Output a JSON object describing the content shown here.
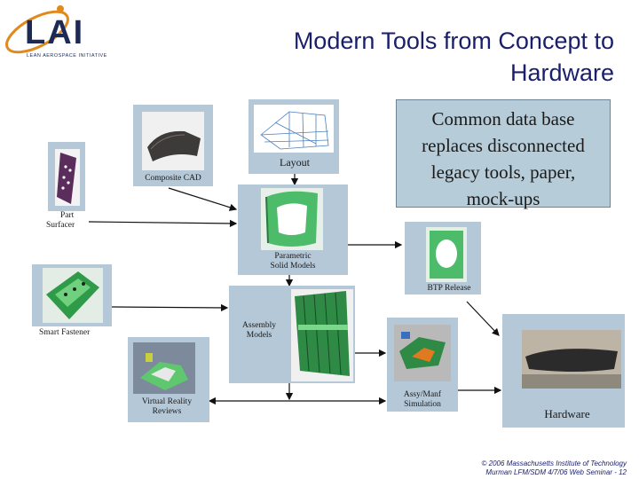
{
  "logo": {
    "wordmark": "LAI",
    "tagline": "LEAN AEROSPACE INITIATIVE"
  },
  "title": {
    "line1": "Modern Tools from Concept to",
    "line2": "Hardware"
  },
  "callout": {
    "line1": "Common data base",
    "line2": "replaces disconnected",
    "line3": "legacy tools, paper,",
    "line4": "mock-ups"
  },
  "nodes": {
    "part_surfacer": {
      "line1": "Part",
      "line2": "Surfacer"
    },
    "composite_cad": {
      "label": "Composite CAD"
    },
    "layout": {
      "label": "Layout"
    },
    "parametric": {
      "line1": "Parametric",
      "line2": "Solid Models"
    },
    "btp_release": {
      "label": "BTP Release"
    },
    "smart_fastener": {
      "label": "Smart Fastener"
    },
    "assembly": {
      "line1": "Assembly",
      "line2": "Models"
    },
    "vr_reviews": {
      "line1": "Virtual Reality",
      "line2": "Reviews"
    },
    "assy_sim": {
      "line1": "Assy/Manf",
      "line2": "Simulation"
    },
    "hardware": {
      "label": "Hardware"
    }
  },
  "footer": {
    "line1": "© 2006 Massachusetts Institute of Technology",
    "line2": "Murman LFM/SDM 4/7/06 Web Seminar - 12"
  },
  "colors": {
    "title": "#1a1f6b",
    "box": "#b4c8d8",
    "callout": "#b7ccd9"
  }
}
